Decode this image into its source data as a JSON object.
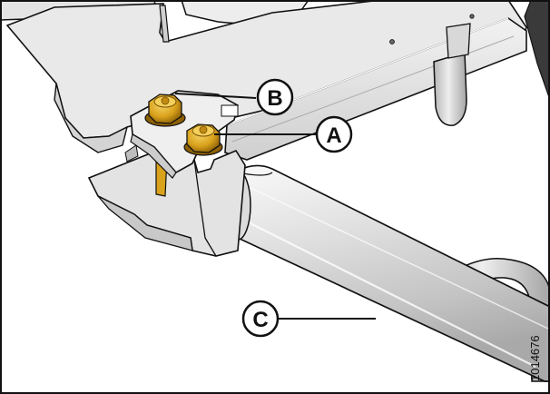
{
  "figure": {
    "id_number": "1014676",
    "callouts": [
      {
        "key": "b",
        "label": "B",
        "target": "upper-flange-nut"
      },
      {
        "key": "a",
        "label": "A",
        "target": "lower-flange-nut"
      },
      {
        "key": "c",
        "label": "C",
        "target": "tube"
      }
    ]
  },
  "colors": {
    "outline": "#111111",
    "metal_light": "#ececec",
    "metal_mid": "#d2d2d2",
    "metal_dark": "#9a9a9a",
    "nut_gold": "#d9a21c",
    "nut_highlight": "#f4cf5a",
    "nut_shadow": "#9a6a08"
  }
}
